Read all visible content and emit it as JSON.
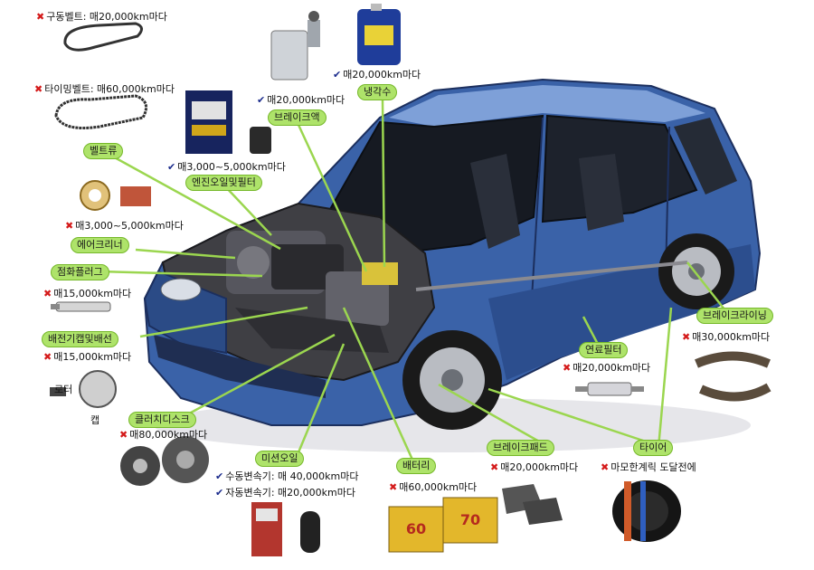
{
  "parts": {
    "drive_belt": "구동벨트: 매20,000km마다",
    "timing_belt": "타이밍벨트: 매60,000km마다",
    "coolant_interval": "매20,000km마다",
    "brake_fluid_interval": "매20,000km마다",
    "oil_interval": "매3,000~5,000km마다",
    "air_interval": "매3,000~5,000km마다",
    "plug_interval": "매15,000km마다",
    "distributor_interval": "매15,000km마다",
    "rotor": "로터",
    "cap": "캡",
    "clutch_interval": "매80,000km마다",
    "manual_trans": "수동변속기: 매 40,000km마다",
    "auto_trans": "자동변속기: 매20,000km마다",
    "battery_interval": "매60,000km마다",
    "brake_pad_interval": "매20,000km마다",
    "tire_interval": "마모한계릭 도달전에",
    "fuel_filter_interval": "매20,000km마다",
    "brake_lining_interval": "매30,000km마다"
  },
  "tags": {
    "coolant": "냉각수",
    "brake_fluid": "브레이크액",
    "belt_tube": "벨트류",
    "engine_oil": "엔진오일및필터",
    "air_cleaner": "에어크리너",
    "spark_plug": "점화플러그",
    "distributor": "배전기캡및배선",
    "clutch": "클러치디스크",
    "transmission_oil": "미션오일",
    "battery": "배터리",
    "brake_pad": "브레이크패드",
    "tire": "타이어",
    "fuel_filter": "연료필터",
    "brake_lining": "브레이크라이닝"
  },
  "battery_labels": {
    "left": "60",
    "right": "70"
  },
  "colors": {
    "tag_fill": "#aee36a",
    "leader_line": "#9bd64f",
    "car_body": "#3a62a8",
    "warn_x": "#d41a1a"
  },
  "icons": {
    "x_mark": "✖",
    "check_mark": "✔"
  }
}
